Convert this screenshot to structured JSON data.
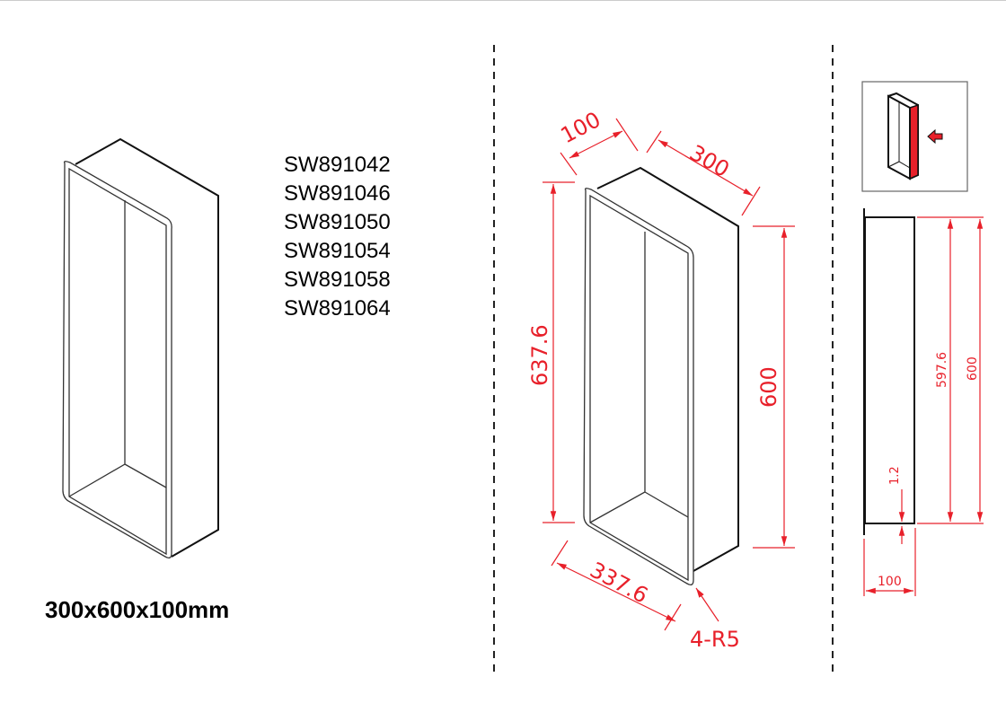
{
  "models": [
    "SW891042",
    "SW891046",
    "SW891050",
    "SW891054",
    "SW891058",
    "SW891064"
  ],
  "size_label": "300x600x100mm",
  "dimensions": {
    "depth": "100",
    "width": "300",
    "frame_height": "637.6",
    "height": "600",
    "frame_width": "337.6",
    "radius": "4-R5",
    "side_inner_height": "597.6",
    "side_height": "600",
    "thickness": "1.2",
    "side_depth": "100"
  },
  "colors": {
    "dimension": "#e8202a",
    "line": "#111111"
  }
}
